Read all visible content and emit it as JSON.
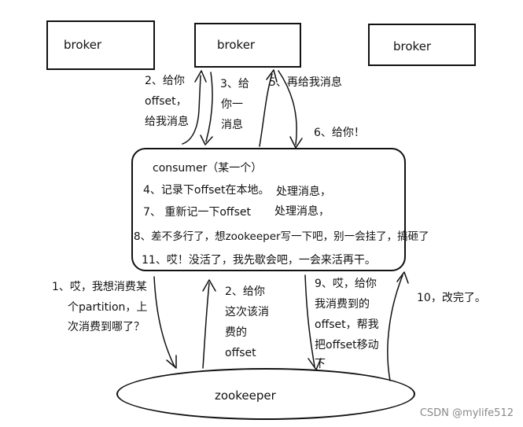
{
  "brokers": [
    "broker",
    "broker",
    "broker"
  ],
  "consumer": {
    "title": "consumer（某一个）",
    "line4": "4、记录下offset在本地。",
    "process1": "处理消息，",
    "line7": "7、 重新记一下offset",
    "process2": "处理消息，",
    "line8": "8、差不多行了，想zookeeper写一下吧，别一会挂了，搞砸了",
    "line11": "11、哎！没活了，我先歇会吧，一会来活再干。"
  },
  "broker_steps": {
    "s2": [
      "2、给你",
      "offset，",
      "给我消息"
    ],
    "s3": [
      "3、给",
      "你一",
      "消息"
    ],
    "s5": "5、再给我消息",
    "s6": "6、给你！"
  },
  "zk_steps": {
    "s1": [
      "1、哎，我想消费某",
      "个partition，上",
      "次消费到哪了？"
    ],
    "s2": [
      "2、给你",
      "这次该消",
      "费的",
      "offset"
    ],
    "s9": [
      "9、哎，给你",
      "我消费到的",
      "offset，帮我",
      "把offset移动",
      "下"
    ],
    "s10": "10，改完了。"
  },
  "zookeeper": "zookeeper",
  "watermark": "CSDN @mylife512"
}
